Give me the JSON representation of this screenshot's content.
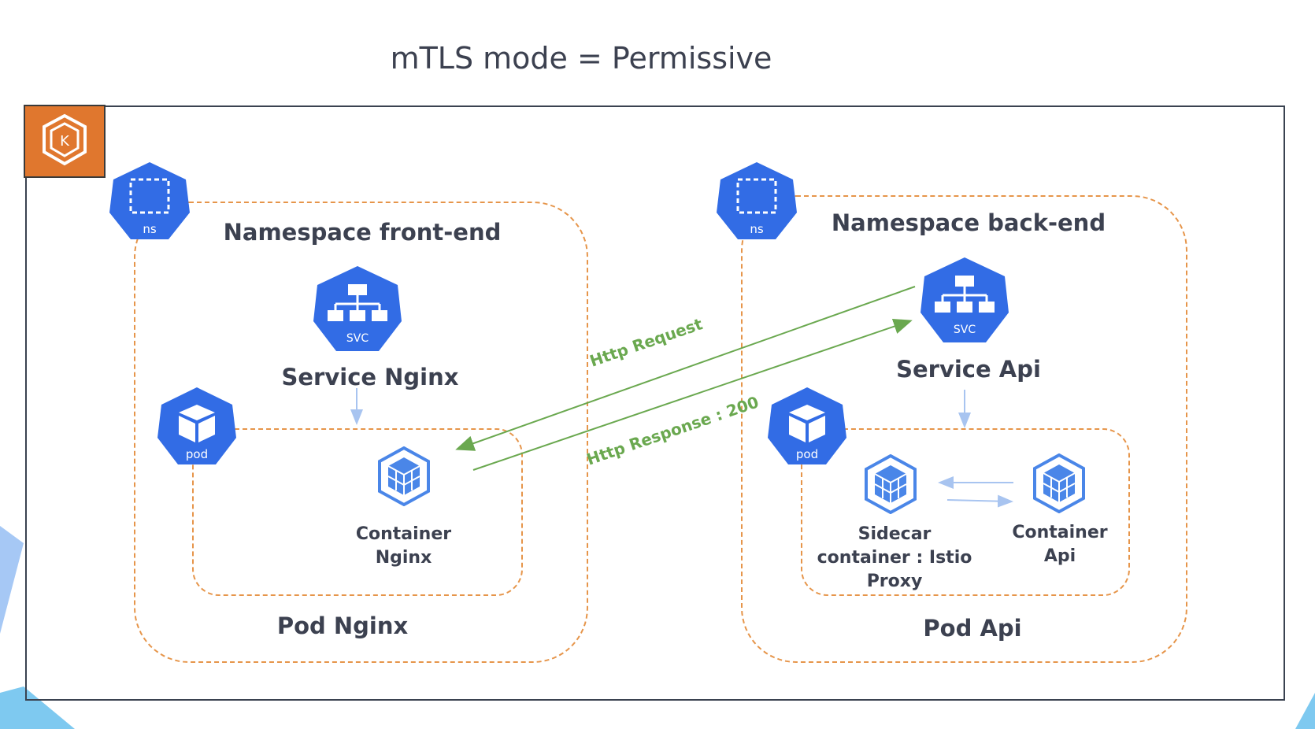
{
  "title": "mTLS mode = Permissive",
  "namespaces": {
    "front": {
      "label": "Namespace front-end",
      "ns_badge": "ns"
    },
    "back": {
      "label": "Namespace back-end",
      "ns_badge": "ns"
    }
  },
  "services": {
    "nginx": {
      "label": "Service Nginx",
      "badge": "SVC"
    },
    "api": {
      "label": "Service Api",
      "badge": "SVC"
    }
  },
  "pods": {
    "nginx": {
      "label": "Pod Nginx",
      "badge": "pod"
    },
    "api": {
      "label": "Pod Api",
      "badge": "pod"
    }
  },
  "containers": {
    "nginx": "Container Nginx",
    "sidecar": "Sidecar container : Istio Proxy",
    "api": "Container Api"
  },
  "arrows": {
    "request": "Http Request",
    "response": "Http Response : 200"
  },
  "colors": {
    "k8s_blue": "#326ce5",
    "dashed_orange": "#e6954a",
    "arrow_green": "#6aa84f",
    "eks_orange": "#e0772e"
  },
  "icons": [
    "eks-logo-icon",
    "namespace-icon",
    "service-icon",
    "pod-icon",
    "container-icon"
  ]
}
